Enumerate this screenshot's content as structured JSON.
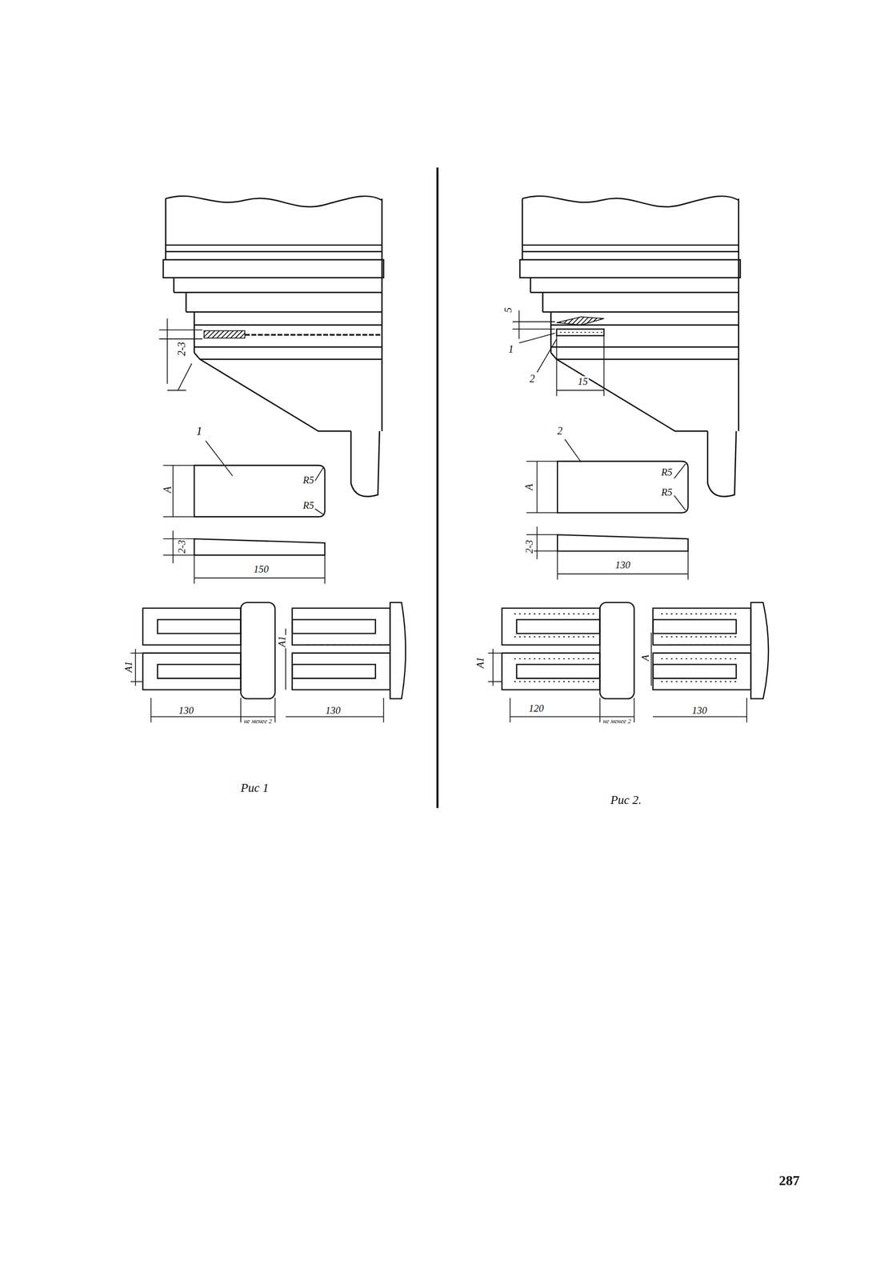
{
  "diagram": {
    "labels": [
      "2-3",
      "1",
      "A",
      "R5",
      "R5",
      "2-3",
      "150",
      "A1",
      "A1",
      "130",
      "не менее 2",
      "130",
      "Рис 1",
      "5",
      "1",
      "2",
      "15",
      "2",
      "A",
      "R5",
      "R5",
      "2-3",
      "130",
      "A1",
      "A",
      "120",
      "не менее 2",
      "130",
      "Рис 2.",
      "287"
    ]
  }
}
